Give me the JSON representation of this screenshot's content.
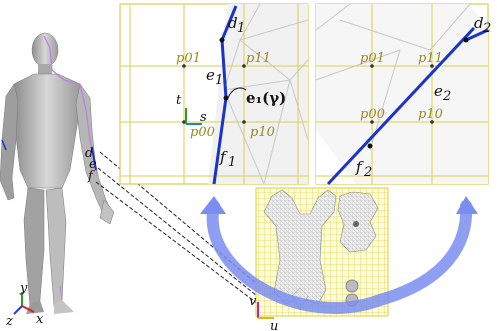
{
  "left_panel": {
    "point_labels": {
      "p00": "p00",
      "p01": "p01",
      "p10": "p10",
      "p11": "p11"
    },
    "curve_labels": {
      "d": "d",
      "d_sub": "1",
      "e": "e",
      "e_sub": "1",
      "f": "f",
      "f_sub": "1"
    },
    "local_axes": {
      "s": "s",
      "t": "t"
    },
    "edge_expr": "e₁(γ)"
  },
  "right_panel": {
    "point_labels": {
      "p00": "p00",
      "p01": "p01",
      "p10": "p10",
      "p11": "p11"
    },
    "curve_labels": {
      "d": "d",
      "d_sub": "2",
      "e": "e",
      "e_sub": "2",
      "f": "f",
      "f_sub": "2"
    }
  },
  "figure_labels": {
    "d": "d",
    "e": "e",
    "f": "f"
  },
  "world_axes": {
    "x": "x",
    "y": "y",
    "z": "z"
  },
  "uv_axes": {
    "u": "u",
    "v": "v"
  },
  "colors": {
    "grid": "#d9d04a",
    "curve": "#1a33c8",
    "arrow": "#7a8df0",
    "seam": "#c080e0"
  }
}
